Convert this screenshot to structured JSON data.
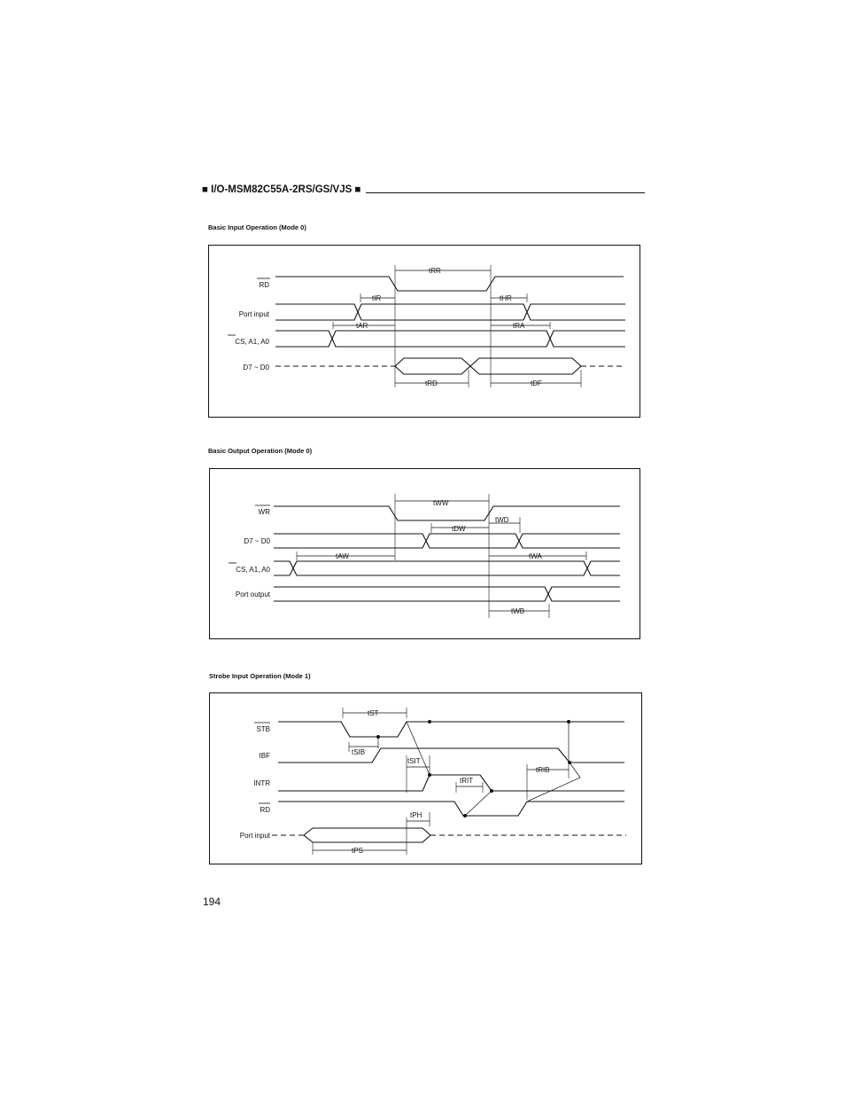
{
  "header": {
    "title": "■ I/O-MSM82C55A-2RS/GS/VJS ■"
  },
  "sections": [
    {
      "title": "Basic Input Operation (Mode 0)",
      "signals": [
        "RD",
        "Port input",
        "CS, A1, A0",
        "D7 ~ D0"
      ],
      "timings": [
        "tRR",
        "tIR",
        "tHR",
        "tAR",
        "tRA",
        "tRD",
        "tDF"
      ]
    },
    {
      "title": "Basic Output Operation (Mode 0)",
      "signals": [
        "WR",
        "D7 ~ D0",
        "CS, A1, A0",
        "Port output"
      ],
      "timings": [
        "tWW",
        "tWD",
        "tDW",
        "tAW",
        "tWA",
        "tWB"
      ]
    },
    {
      "title": "Strobe Input Operation (Mode 1)",
      "signals": [
        "STB",
        "IBF",
        "INTR",
        "RD",
        "Port input"
      ],
      "timings": [
        "tST",
        "tSIB",
        "tSIT",
        "tRIT",
        "tRIB",
        "tPH",
        "tPS"
      ]
    }
  ],
  "page_number": "194"
}
